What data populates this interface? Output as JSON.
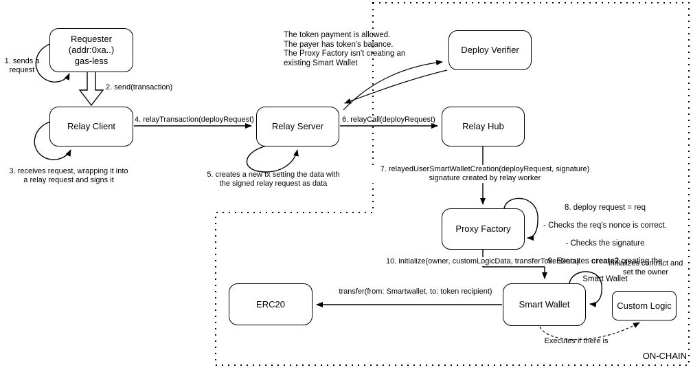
{
  "colors": {
    "ink": "#000000",
    "paper": "#ffffff"
  },
  "nodes": {
    "requester": "Requester\n(addr:0xa..)\ngas-less",
    "relay_client": "Relay Client",
    "relay_server": "Relay Server",
    "deploy_verifier": "Deploy Verifier",
    "relay_hub": "Relay Hub",
    "proxy_factory": "Proxy Factory",
    "smart_wallet": "Smart Wallet",
    "erc20": "ERC20",
    "custom_logic": "Custom Logic"
  },
  "steps": {
    "s1": "1. sends a\nrequest",
    "s2": "2. send(transaction)",
    "s3": "3. receives request, wrapping it into\na relay request and signs it",
    "s4": "4. relayTransaction(deployRequest)",
    "s5": "5. creates a new tx setting the data with\nthe signed relay request as data",
    "s6": "6. relayCall(deployRequest)",
    "s7": "7. relayedUserSmartWalletCreation(deployRequest, signature)\nsignature created by relay worker",
    "s10": "10. initialize(owner, customLogicData, transferTokenData)"
  },
  "notes": {
    "verifier_checks": "The token payment is allowed.\nThe payer has token's balance.\nThe Proxy Factory isn't creating an\nexisting Smart Wallet",
    "factory_l1": "8. deploy request = req",
    "factory_l2": "- Checks the req's nonce is correct.",
    "factory_l3": "- Checks the signature",
    "factory_l4_pre": "9. Executes ",
    "factory_l4_bold": "create2",
    "factory_l4_post": " creating the",
    "factory_l5": "Smart Wallet",
    "transfer": "transfer(from: Smartwallet, to: token recipient)",
    "init_owner": "Initializes contract and\nset the owner",
    "executes_if": "Executes if there is",
    "onchain": "ON-CHAIN"
  }
}
